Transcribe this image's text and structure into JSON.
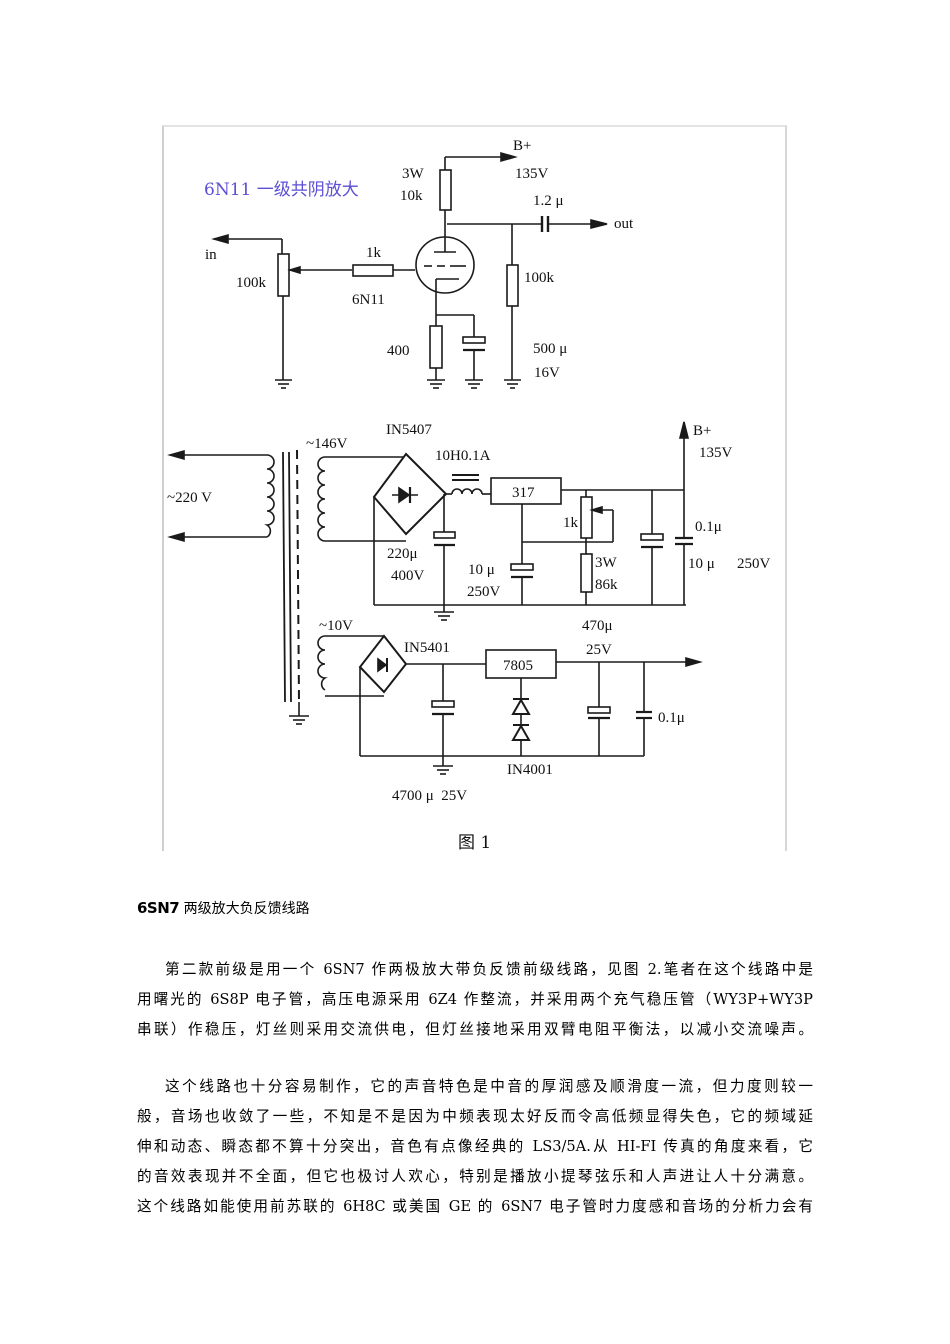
{
  "figure": {
    "caption": "图 1",
    "amp_title": "6N11 一级共阴放大",
    "amp_title_color": "#5b4fd6",
    "amp": {
      "input_label": "in",
      "pot_value": "100k",
      "grid_resistor": "1k",
      "tube": "6N11",
      "plate_resistor_power": "3W",
      "plate_resistor_value": "10k",
      "bplus_label": "B+",
      "bplus_voltage": "135V",
      "coupling_cap": "1.2 μ",
      "output_label": "out",
      "load_resistor": "100k",
      "cathode_resistor": "400",
      "cathode_cap_value": "500 μ",
      "cathode_cap_voltage": "16V"
    },
    "hv_supply": {
      "mains": "~220 V",
      "secondary": "~146V",
      "rectifier": "IN5407",
      "choke": "10H0.1A",
      "filter_cap_value": "220μ",
      "filter_cap_voltage": "400V",
      "regulator": "317",
      "adj_cap_value": "10 μ",
      "adj_cap_voltage": "250V",
      "adj_pot": "1k",
      "adj_resistor_power": "3W",
      "adj_resistor_value": "86k",
      "out_cap_small": "0.1μ",
      "out_cap_value": "10 μ",
      "out_cap_voltage": "250V",
      "bplus_label": "B+",
      "bplus_voltage": "135V"
    },
    "lv_supply": {
      "secondary": "~10V",
      "rectifier": "IN5401",
      "regulator": "7805",
      "out_cap_value": "470μ",
      "out_cap_voltage": "25V",
      "bypass_cap": "0.1μ",
      "diodes": "IN4001",
      "input_cap": "4700 μ  25V"
    }
  },
  "article": {
    "heading_bold": "6SN7",
    "heading_rest": " 两级放大负反馈线路",
    "paragraphs": [
      {
        "lines": [
          "第二款前级是用一个 6SN7 作两极放大带负反馈前级线路，见图 2.笔者在这个线路中是",
          "用曙光的 6S8P 电子管，高压电源采用 6Z4 作整流，并采用两个充气稳压管（WY3P+WY3P",
          "串联）作稳压，灯丝则采用交流供电，但灯丝接地采用双臂电阻平衡法，以减小交流噪声。"
        ]
      },
      {
        "lines": [
          "这个线路也十分容易制作，它的声音特色是中音的厚润感及顺滑度一流，但力度则较一",
          "般，音场也收敛了一些，不知是不是因为中频表现太好反而令高低频显得失色，它的频域延",
          "伸和动态、瞬态都不算十分突出，音色有点像经典的 LS3/5A.从 HI-FI 传真的角度来看，它",
          "的音效表现并不全面，但它也极讨人欢心，特别是播放小提琴弦乐和人声进让人十分满意。",
          "这个线路如能使用前苏联的 6H8C 或美国 GE 的 6SN7 电子管时力度感和音场的分析力会有"
        ]
      }
    ]
  }
}
